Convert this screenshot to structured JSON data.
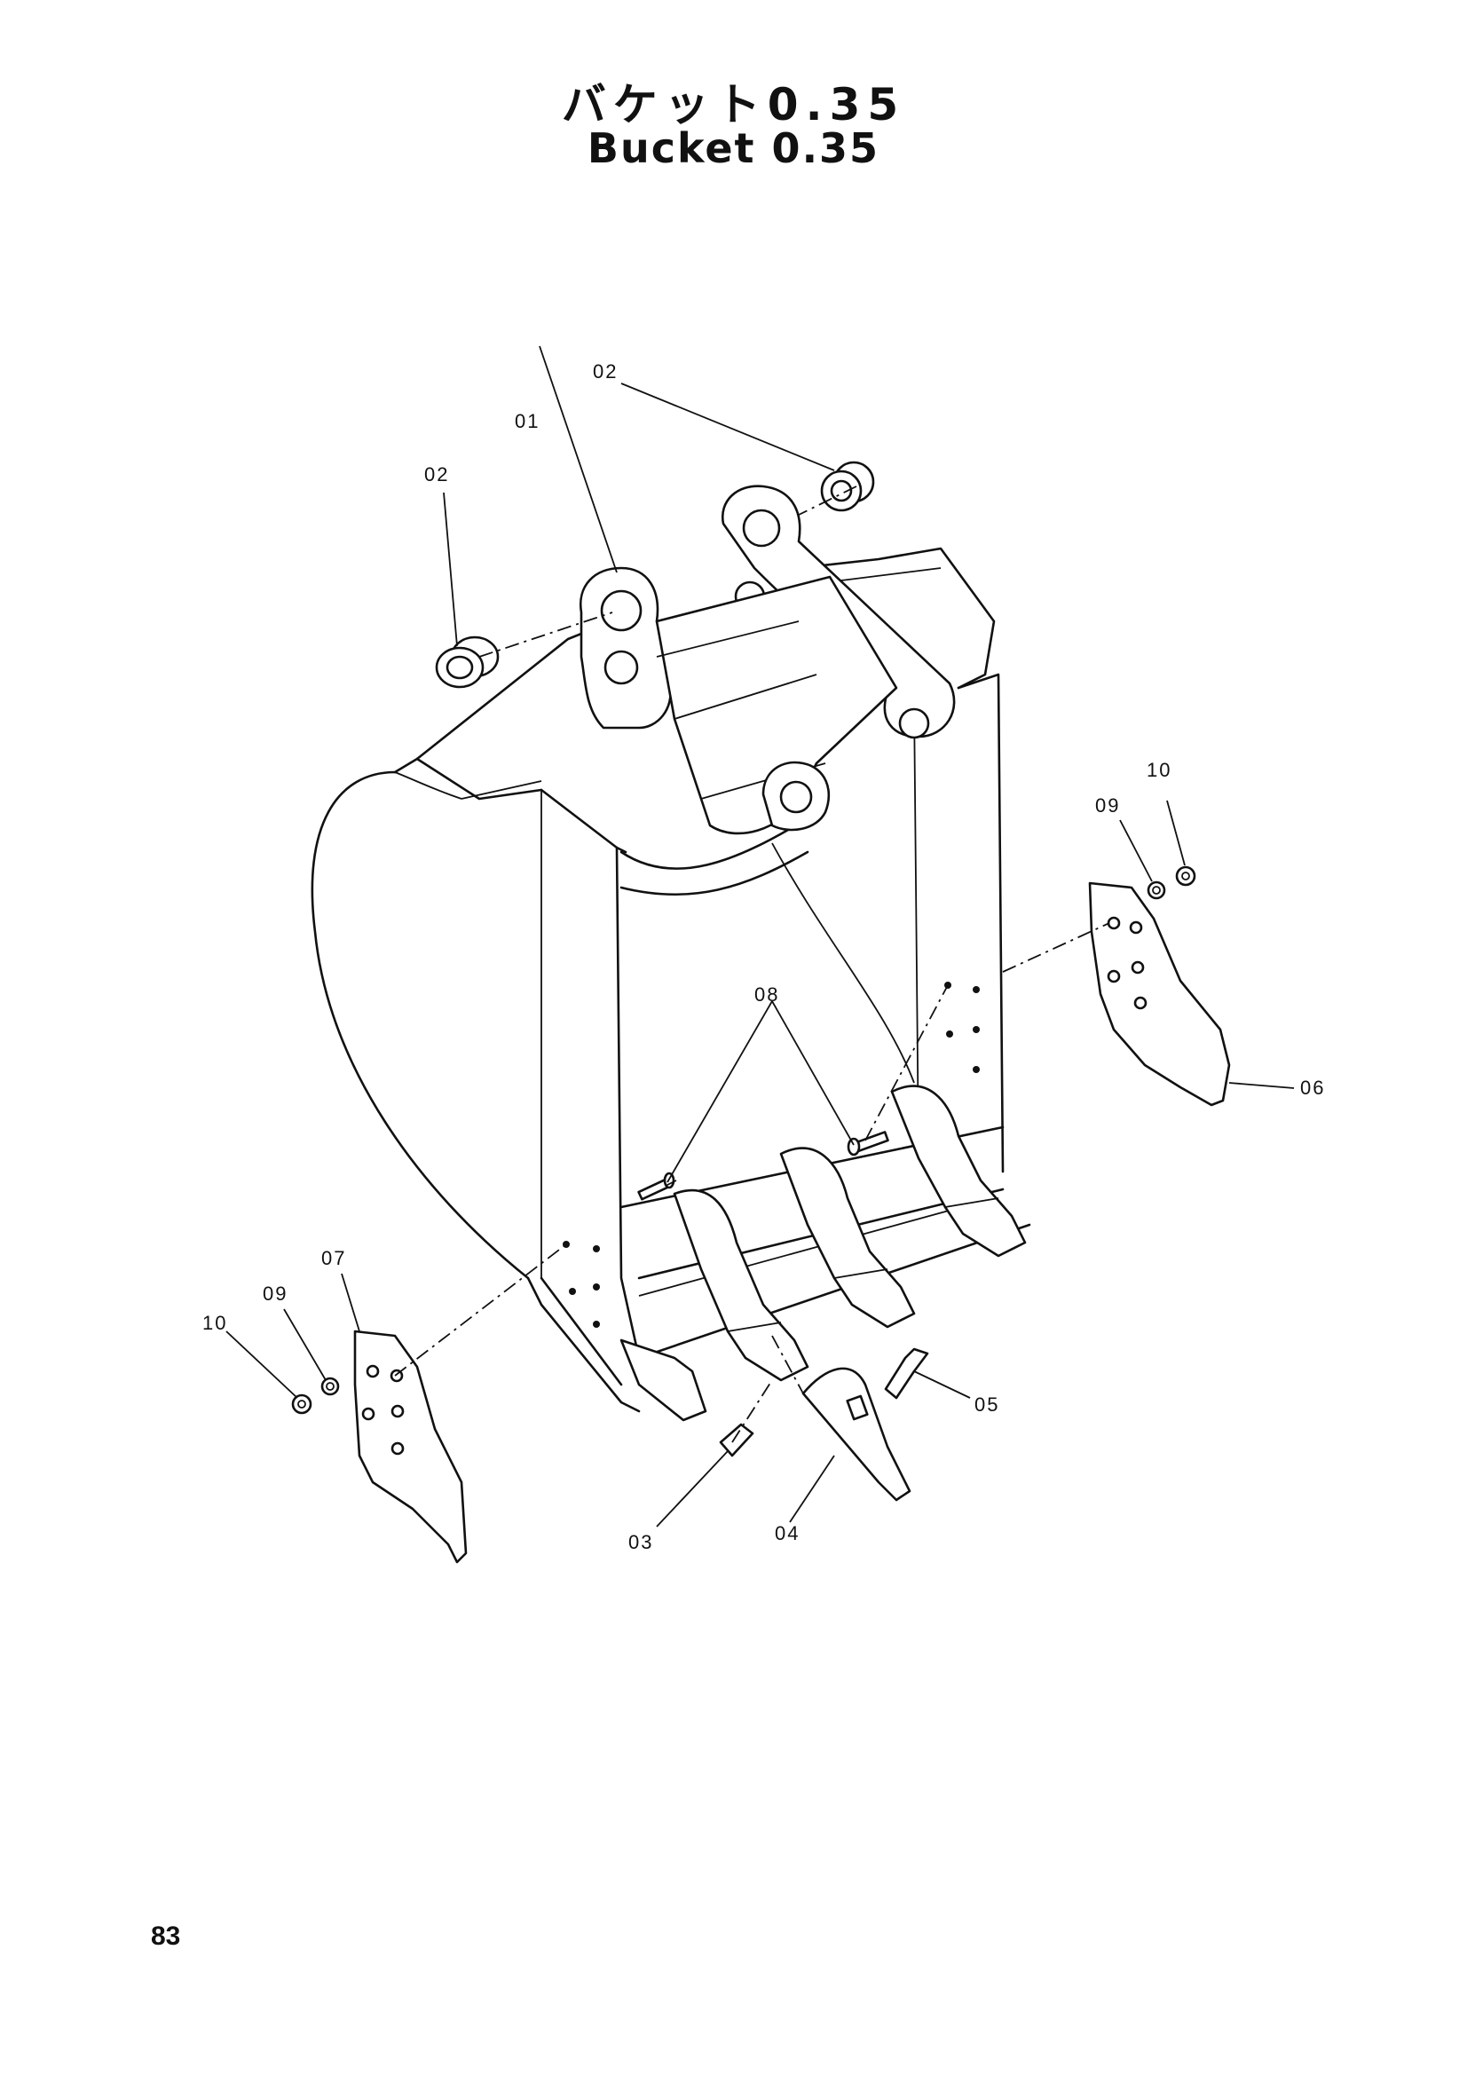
{
  "title": {
    "japanese": "バケット0.35",
    "english": "Bucket 0.35"
  },
  "page_number": "83",
  "callouts": [
    {
      "id": "c01",
      "text": "01"
    },
    {
      "id": "c02a",
      "text": "02"
    },
    {
      "id": "c02b",
      "text": "02"
    },
    {
      "id": "c03",
      "text": "03"
    },
    {
      "id": "c04",
      "text": "04"
    },
    {
      "id": "c05",
      "text": "05"
    },
    {
      "id": "c06",
      "text": "06"
    },
    {
      "id": "c07",
      "text": "07"
    },
    {
      "id": "c08",
      "text": "08"
    },
    {
      "id": "c09a",
      "text": "09"
    },
    {
      "id": "c09b",
      "text": "09"
    },
    {
      "id": "c10a",
      "text": "10"
    },
    {
      "id": "c10b",
      "text": "10"
    }
  ]
}
